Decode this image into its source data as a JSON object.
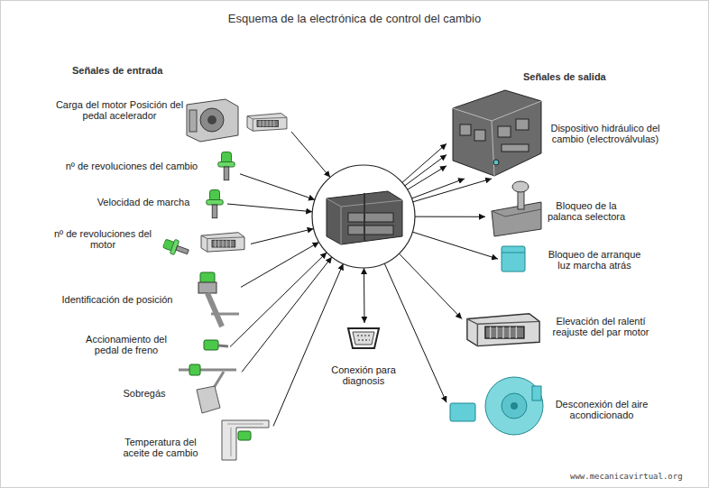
{
  "diagram": {
    "title": "Esquema de la electrónica de control del cambio",
    "nodes": [
      {
        "text": [
          "Carga del motor Posición del pedal acelerador"
        ]
      },
      {
        "text": [
          "nº de revoluciones del cambio"
        ]
      },
      {
        "text": [
          "Velocidad de marcha"
        ]
      },
      {
        "text": [
          "nº de revoluciones del motor"
        ]
      },
      {
        "text": [
          "Identificación de posición"
        ]
      },
      {
        "text": [
          "Accionamiento del pedal de freno"
        ]
      },
      {
        "text": [
          "Sobregás"
        ]
      },
      {
        "text": [
          "Temperatura del aceite de cambio"
        ]
      },
      {
        "text": []
      },
      {
        "text": [
          "Conexión para diagnosis"
        ]
      },
      {
        "text": [
          "Dispositivo hidráulico del cambio (electroválvulas)"
        ]
      },
      {
        "text": [
          "Bloqueo de la palanca selectora"
        ]
      },
      {
        "text": [
          "Bloqueo de arranque luz marcha atrás"
        ]
      },
      {
        "text": [
          "Elevación del ralentí reajuste del par motor"
        ]
      },
      {
        "text": [
          "Desconexión del aire acondicionado"
        ]
      }
    ],
    "edges": [
      {
        "from": 0,
        "to": 8,
        "arrow": "to"
      },
      {
        "from": 1,
        "to": 8,
        "arrow": "to"
      },
      {
        "from": 2,
        "to": 8,
        "arrow": "to"
      },
      {
        "from": 3,
        "to": 8,
        "arrow": "to"
      },
      {
        "from": 4,
        "to": 8,
        "arrow": "to"
      },
      {
        "from": 5,
        "to": 8,
        "arrow": "to"
      },
      {
        "from": 6,
        "to": 8,
        "arrow": "to"
      },
      {
        "from": 7,
        "to": 8,
        "arrow": "to"
      },
      {
        "from": 8,
        "to": 9,
        "arrow": "both"
      },
      {
        "from": 8,
        "to": 10,
        "arrow": "to"
      },
      {
        "from": 8,
        "to": 10,
        "arrow": "to"
      },
      {
        "from": 8,
        "to": 10,
        "arrow": "to"
      },
      {
        "from": 8,
        "to": 10,
        "arrow": "to"
      },
      {
        "from": 8,
        "to": 10,
        "arrow": "to"
      },
      {
        "from": 8,
        "to": 11,
        "arrow": "to"
      },
      {
        "from": 8,
        "to": 12,
        "arrow": "to"
      },
      {
        "from": 8,
        "to": 13,
        "arrow": "to"
      },
      {
        "from": 8,
        "to": 14,
        "arrow": "to"
      }
    ],
    "labels": [
      "Señales de entrada",
      "Señales de salida",
      "www.mecanicavirtual.org"
    ]
  }
}
